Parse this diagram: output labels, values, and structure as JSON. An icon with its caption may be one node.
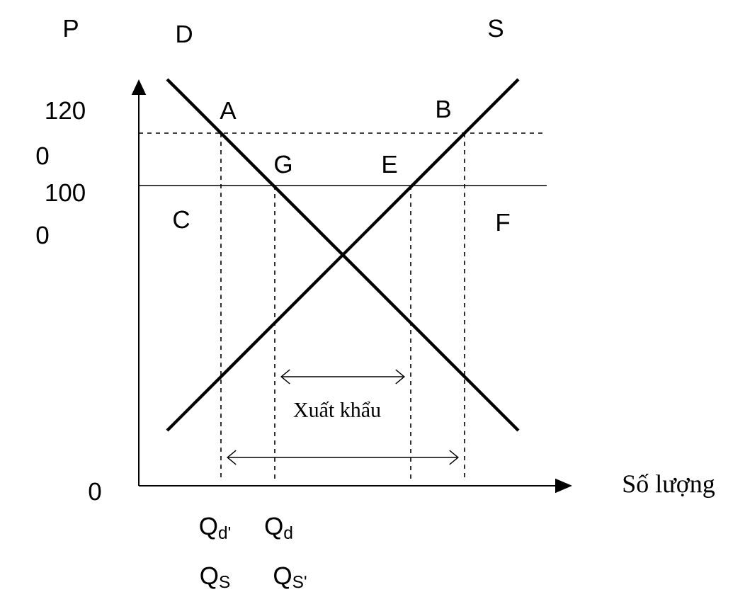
{
  "diagram": {
    "labels": [
      "P",
      "D",
      "S",
      "120",
      "0",
      "A",
      "B",
      "G",
      "E",
      "100",
      "0",
      "C",
      "F",
      "Xuất khẩu",
      "0",
      "Số lượng",
      "Q$_{d'}$",
      "Q$_{d}$",
      "Q$_{S}$",
      "Q$_{S'}$"
    ]
  }
}
